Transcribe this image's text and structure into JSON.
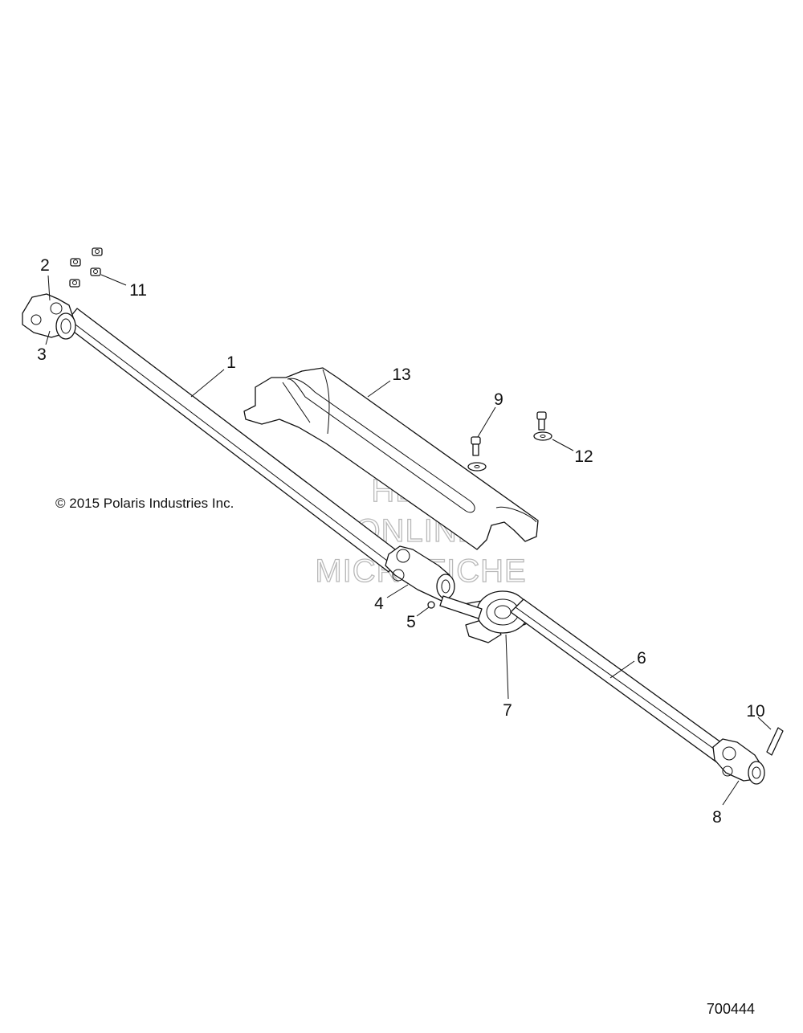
{
  "copyright": "© 2015 Polaris Industries Inc.",
  "watermark": [
    "HLSM",
    "ONLINE",
    "MICROFICHE"
  ],
  "diagram_number": "700444",
  "callouts": {
    "c1": "1",
    "c2": "2",
    "c3": "3",
    "c4": "4",
    "c5": "5",
    "c6": "6",
    "c7": "7",
    "c8": "8",
    "c9": "9",
    "c10": "10",
    "c11": "11",
    "c12": "12",
    "c13": "13"
  }
}
